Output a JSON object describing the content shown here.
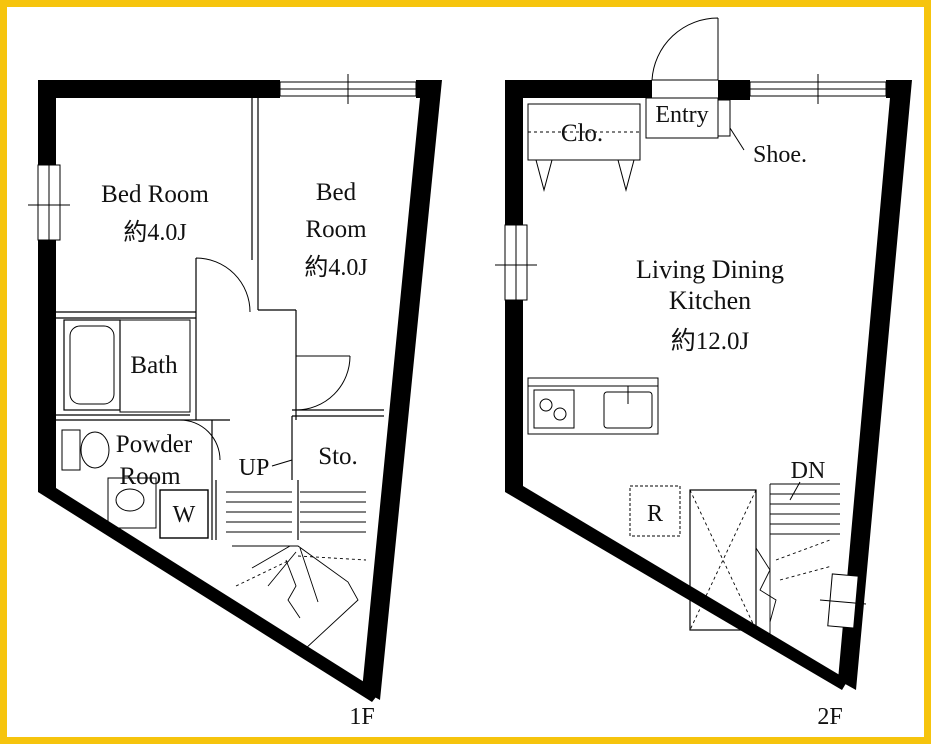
{
  "border_color": "#f6c40d",
  "floor1": {
    "floor_label": "1F",
    "bedroom_left": {
      "name": "Bed Room",
      "size": "約4.0J"
    },
    "bedroom_right": {
      "name_line1": "Bed",
      "name_line2": "Room",
      "size": "約4.0J"
    },
    "bath": "Bath",
    "powder_line1": "Powder",
    "powder_line2": "Room",
    "washer": "W",
    "storage": "Sto.",
    "stairs_up": "UP"
  },
  "floor2": {
    "floor_label": "2F",
    "closet": "Clo.",
    "entry": "Entry",
    "shoe": "Shoe.",
    "ldk_line1": "Living Dining",
    "ldk_line2": "Kitchen",
    "ldk_size": "約12.0J",
    "refrigerator": "R",
    "stairs_down": "DN"
  }
}
